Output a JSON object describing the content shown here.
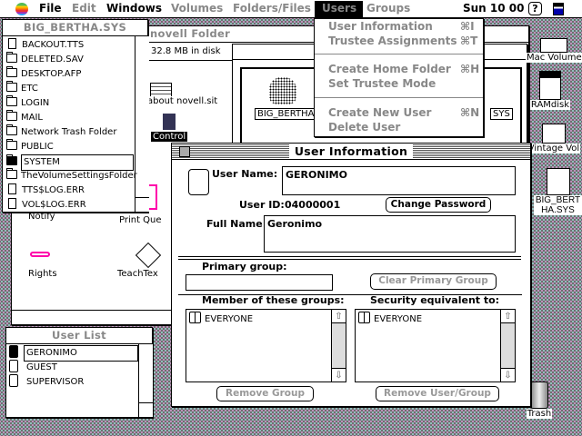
{
  "menubar": {
    "items": [
      "File",
      "Edit",
      "Windows",
      "Volumes",
      "Folders/Files",
      "Users",
      "Groups"
    ],
    "clock": "Sun 10 00"
  },
  "users_menu": {
    "items": [
      {
        "label": "User Information",
        "shortcut": "⌘I"
      },
      {
        "label": "Trustee Assignments",
        "shortcut": "⌘T"
      },
      {
        "label": "Create Home Folder",
        "shortcut": "⌘H"
      },
      {
        "label": "Set Trustee Mode",
        "shortcut": ""
      },
      {
        "label": "Create New User",
        "shortcut": "⌘N"
      },
      {
        "label": "Delete User",
        "shortcut": ""
      }
    ]
  },
  "volume_window": {
    "title": "BIG_BERTHA.SYS",
    "items": [
      {
        "name": "BACKOUT.TTS",
        "type": "file"
      },
      {
        "name": "DELETED.SAV",
        "type": "folder"
      },
      {
        "name": "DESKTOP.AFP",
        "type": "folder"
      },
      {
        "name": "ETC",
        "type": "folder"
      },
      {
        "name": "LOGIN",
        "type": "folder"
      },
      {
        "name": "MAIL",
        "type": "folder"
      },
      {
        "name": "Network Trash Folder",
        "type": "folder"
      },
      {
        "name": "PUBLIC",
        "type": "folder"
      },
      {
        "name": "SYSTEM",
        "type": "folder"
      },
      {
        "name": "TheVolumeSettingsFolder",
        "type": "folder"
      },
      {
        "name": "TTS$LOG.ERR",
        "type": "file"
      },
      {
        "name": "VOL$LOG.ERR",
        "type": "file"
      }
    ],
    "selected": "SYSTEM"
  },
  "novell_window": {
    "title": "novell Folder",
    "info": "32.8 MB in disk",
    "icons": [
      "about novell.sit",
      "Control",
      "Notify",
      "Print Que",
      "Rights",
      "TeachTex"
    ]
  },
  "inner_window": {
    "server_label": "BIG_BERTHA",
    "partial_label": "SYS"
  },
  "desktop": {
    "icons": [
      "Mac Volume",
      "RAMdisk",
      "Vintage Vol",
      "BIG_BERTHA.SYS",
      "Trash"
    ]
  },
  "user_info": {
    "title": "User Information",
    "user_name_label": "User Name:",
    "user_name": "GERONIMO",
    "user_id_label": "User ID:",
    "user_id": "04000001",
    "change_password": "Change Password",
    "full_name_label": "Full Name:",
    "full_name": "Geronimo",
    "primary_group_label": "Primary group:",
    "primary_group": "",
    "clear_primary_group": "Clear Primary Group",
    "member_label": "Member of these groups:",
    "members": [
      "EVERYONE"
    ],
    "security_label": "Security equivalent to:",
    "security": [
      "EVERYONE"
    ],
    "remove_group": "Remove Group",
    "remove_user_group": "Remove User/Group"
  },
  "user_list": {
    "title": "User List",
    "users": [
      "GERONIMO",
      "GUEST",
      "SUPERVISOR"
    ],
    "selected": "GERONIMO"
  }
}
